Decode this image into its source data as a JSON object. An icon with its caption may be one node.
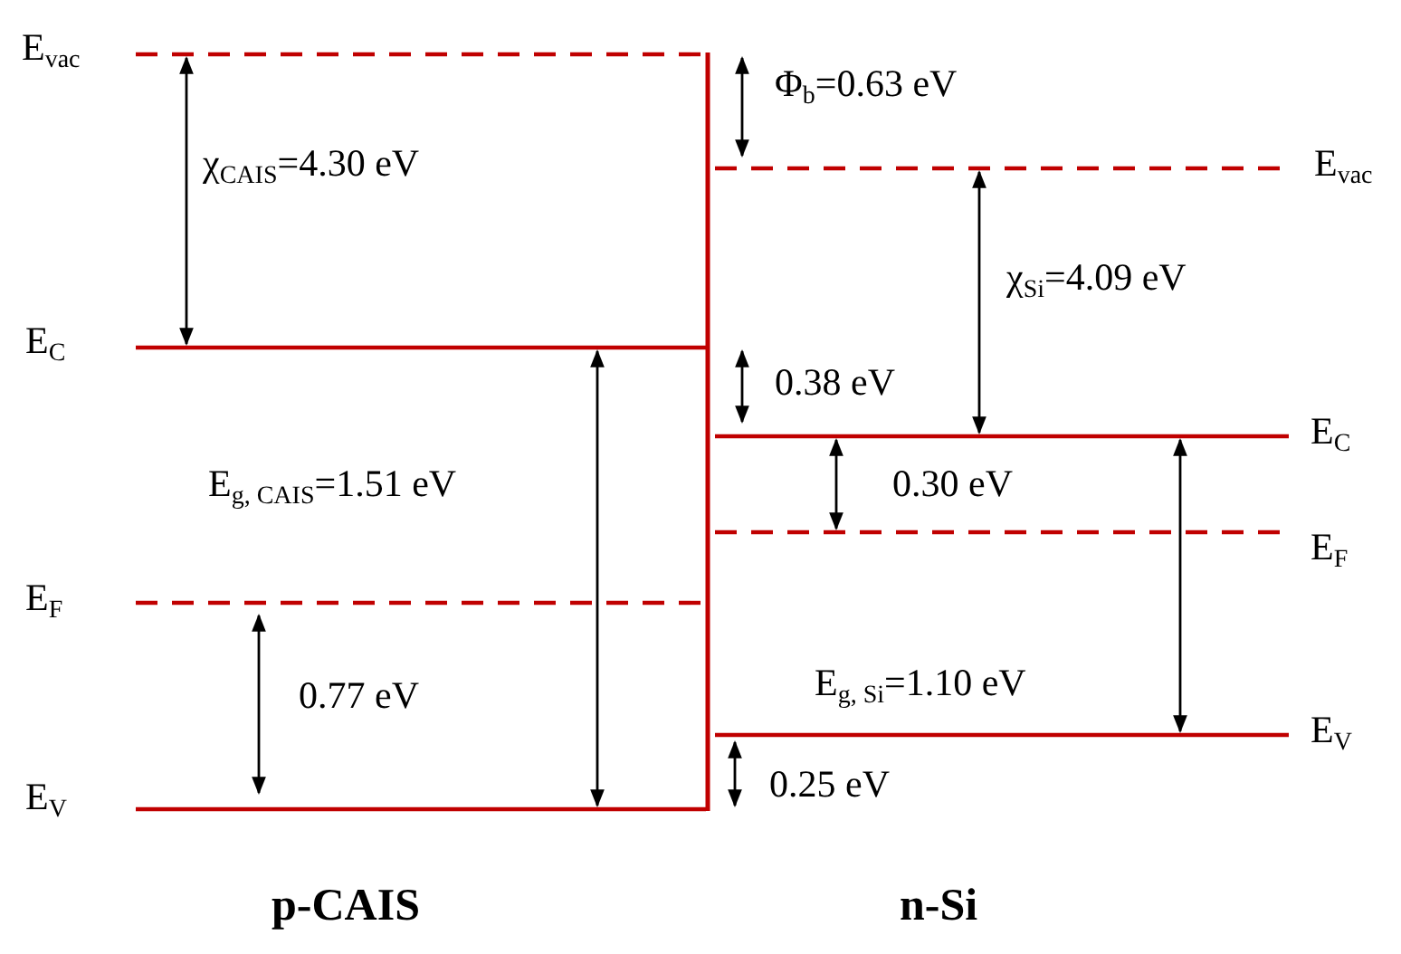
{
  "diagram": {
    "labels": [
      "E$_{vac}$",
      "χ$_{CAIS}$=4.30 eV",
      "E$_{C}$",
      "E$_{g, CAIS}$=1.51 eV",
      "E$_{F}$",
      "0.77 eV",
      "E$_{V}$",
      "p-CAIS",
      "Φ$_{b}$=0.63 eV",
      "E$_{vac}$",
      "χ$_{Si}$=4.09 eV",
      "0.38 eV",
      "E$_{C}$",
      "0.30 eV",
      "E$_{F}$",
      "E$_{g, Si}$=1.10 eV",
      "E$_{V}$",
      "0.25 eV",
      "n-Si"
    ]
  }
}
